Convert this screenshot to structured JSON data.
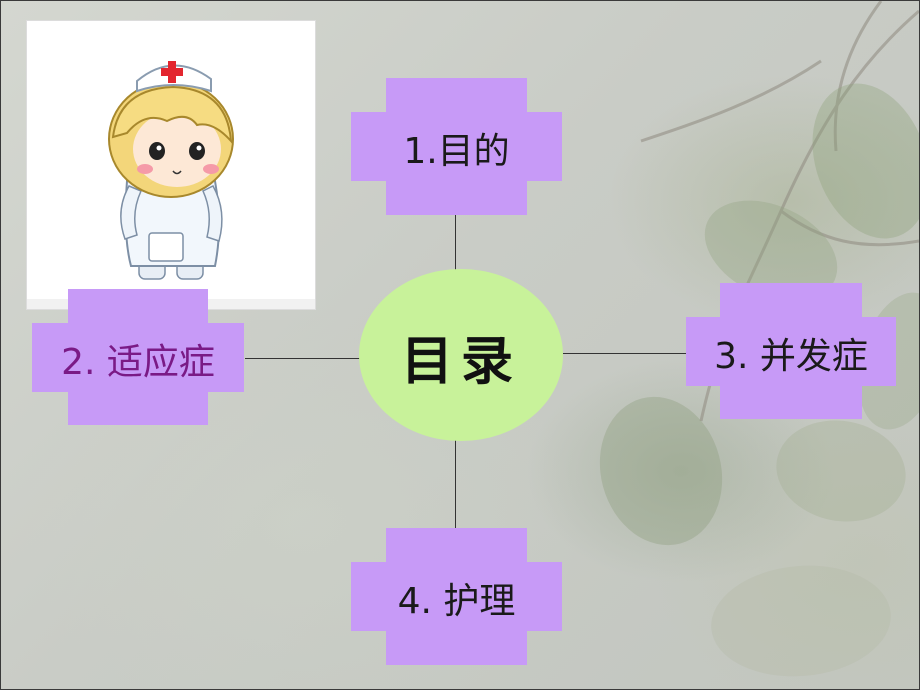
{
  "center": {
    "title": "目录",
    "fill": "#c8f29a"
  },
  "nodes": [
    {
      "label": "1.目的"
    },
    {
      "label": "2. 适应症"
    },
    {
      "label": "3. 并发症"
    },
    {
      "label": "4. 护理"
    }
  ],
  "colors": {
    "node_fill": "#c79af7",
    "line": "#333333",
    "highlight_text": "#7a1a86"
  },
  "image": {
    "subject": "nurse-cartoon"
  }
}
